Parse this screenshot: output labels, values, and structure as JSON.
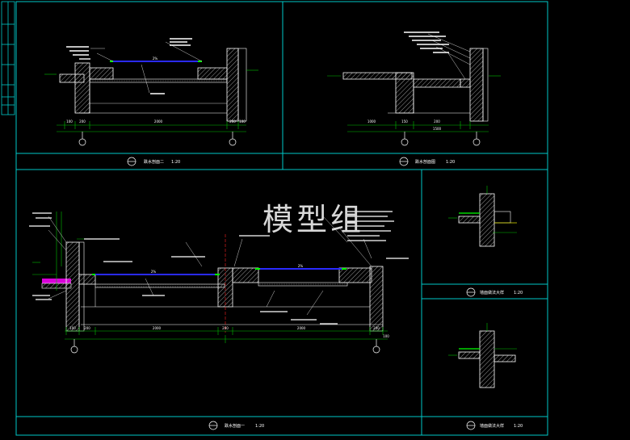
{
  "watermark": "模型组",
  "colors": {
    "background": "#000000",
    "frame": "#00c8c8",
    "wall": "#ffffff",
    "hatch": "#b0b0b0",
    "dimension": "#00c000",
    "water_line": "#2a2aff",
    "label_text": "#ffffff",
    "accent_magenta": "#ff00ff",
    "accent_red": "#ff2020",
    "accent_yellow": "#e0e000"
  },
  "panels": [
    {
      "id": "section-2",
      "title": "跌水剖面二",
      "scale": "1:20"
    },
    {
      "id": "section-3",
      "title": "跌水剖面图",
      "scale": "1:20"
    },
    {
      "id": "section-1",
      "title": "跌水剖面一",
      "scale": "1:20"
    },
    {
      "id": "detail-1",
      "title": "墙面做法大样",
      "scale": "1:20"
    },
    {
      "id": "detail-2",
      "title": "墙面做法大样",
      "scale": "1:20"
    }
  ],
  "dimensions": {
    "section_2": [
      "100",
      "200",
      "2000",
      "200",
      "100"
    ],
    "section_3": [
      "1000",
      "150",
      "200",
      "1500"
    ],
    "section_1": [
      "100",
      "200",
      "2000",
      "200",
      "2000",
      "200",
      "100"
    ]
  },
  "gradient_labels": [
    "2%",
    "2%",
    "2%"
  ]
}
